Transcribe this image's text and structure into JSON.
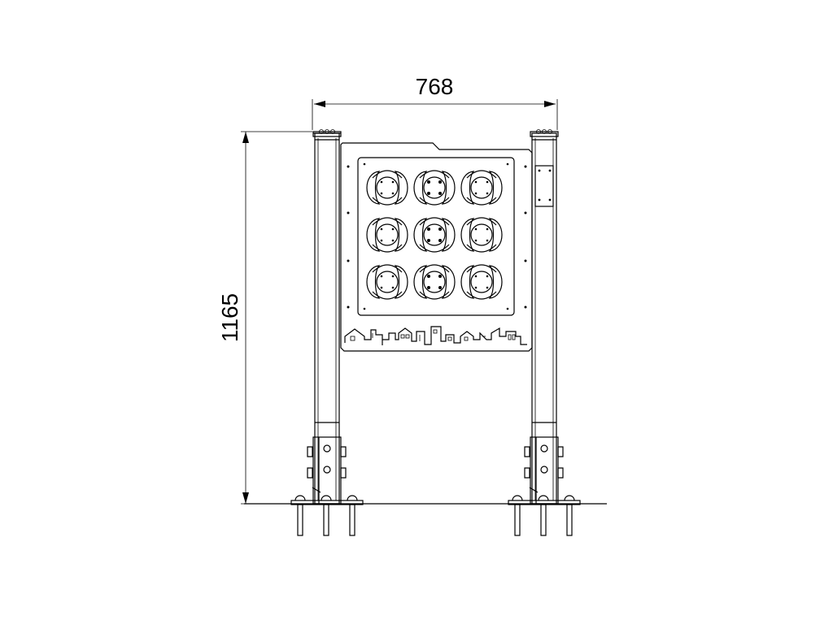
{
  "dimensions": {
    "width_label": "768",
    "height_label": "1165"
  },
  "colors": {
    "line": "#000000",
    "background": "#ffffff"
  },
  "panel": {
    "rows": 3,
    "cols": 3
  }
}
